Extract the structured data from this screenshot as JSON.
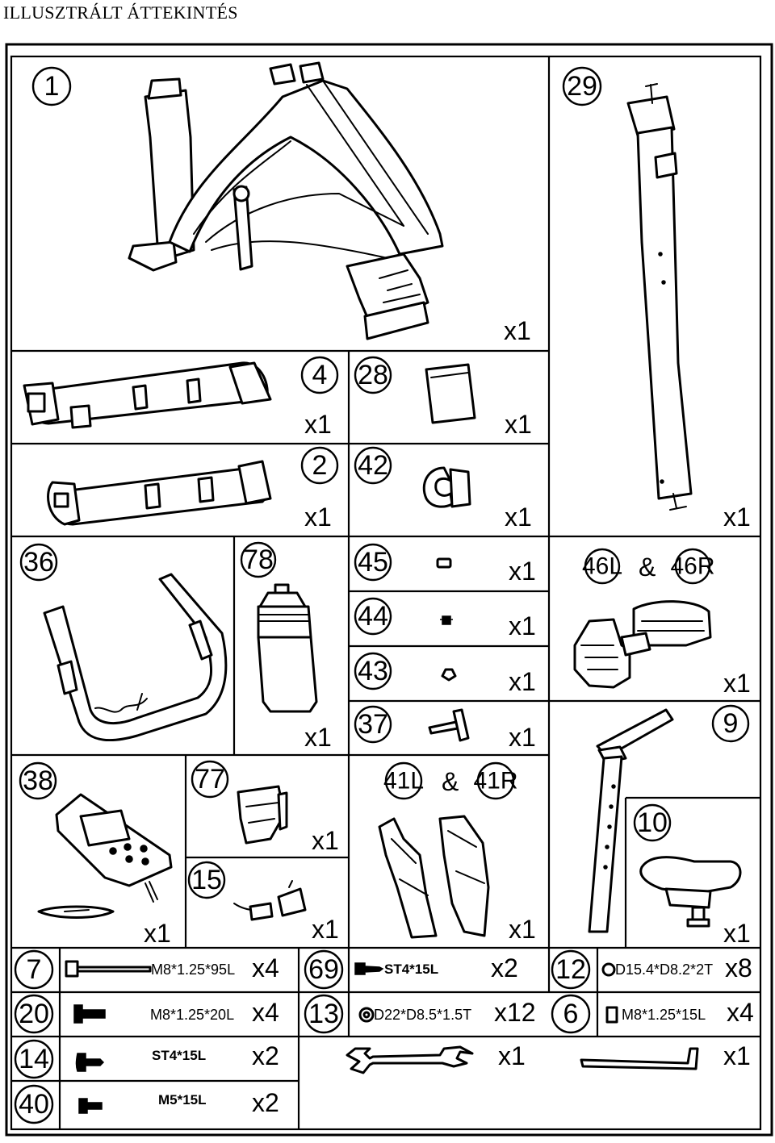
{
  "title": "ILLUSZTRÁLT ÁTTEKINTÉS",
  "parts": [
    {
      "id": "1",
      "qty": "x1"
    },
    {
      "id": "29",
      "qty": "x1"
    },
    {
      "id": "4",
      "qty": "x1"
    },
    {
      "id": "28",
      "qty": "x1"
    },
    {
      "id": "2",
      "qty": "x1"
    },
    {
      "id": "42",
      "qty": "x1"
    },
    {
      "id": "36",
      "qty": ""
    },
    {
      "id": "78",
      "qty": "x1"
    },
    {
      "id": "45",
      "qty": "x1"
    },
    {
      "id": "44",
      "qty": "x1"
    },
    {
      "id": "43",
      "qty": "x1"
    },
    {
      "id": "37",
      "qty": "x1"
    },
    {
      "id_l": "46L",
      "id_r": "46R",
      "amp": "&",
      "qty": "x1"
    },
    {
      "id": "9",
      "qty": ""
    },
    {
      "id": "38",
      "qty": "x1"
    },
    {
      "id": "77",
      "qty": "x1"
    },
    {
      "id": "15",
      "qty": "x1"
    },
    {
      "id_l": "41L",
      "id_r": "41R",
      "amp": "&",
      "qty": "x1"
    },
    {
      "id": "10",
      "qty": "x1"
    }
  ],
  "hardware": [
    {
      "id": "7",
      "spec": "M8*1.25*95L",
      "qty": "x4"
    },
    {
      "id": "69",
      "spec": "ST4*15L",
      "qty": "x2"
    },
    {
      "id": "12",
      "spec": "D15.4*D8.2*2T",
      "qty": "x8"
    },
    {
      "id": "20",
      "spec": "M8*1.25*20L",
      "qty": "x4"
    },
    {
      "id": "13",
      "spec": "D22*D8.5*1.5T",
      "qty": "x12"
    },
    {
      "id": "6",
      "spec": "M8*1.25*15L",
      "qty": "x4"
    },
    {
      "id": "14",
      "spec": "ST4*15L",
      "qty": "x2"
    },
    {
      "tool": "wrench",
      "qty": "x1"
    },
    {
      "tool": "allen-key",
      "qty": "x1"
    },
    {
      "id": "40",
      "spec": "M5*15L",
      "qty": "x2"
    }
  ]
}
